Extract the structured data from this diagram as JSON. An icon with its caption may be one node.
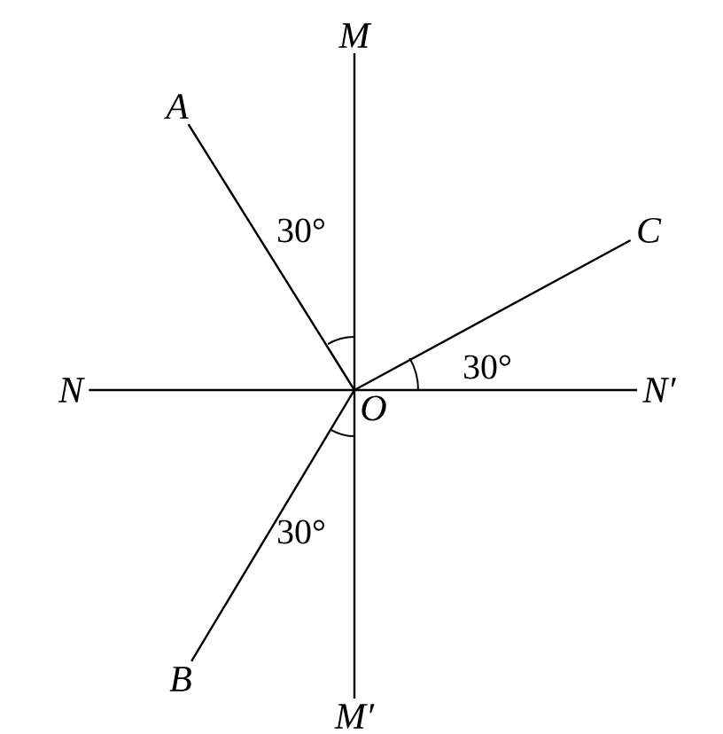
{
  "diagram": {
    "nodes": [
      {
        "text": [
          "O"
        ]
      },
      {
        "text": [
          "M"
        ]
      },
      {
        "text": [
          "M′"
        ]
      },
      {
        "text": [
          "N"
        ]
      },
      {
        "text": [
          "N′"
        ]
      },
      {
        "text": [
          "A"
        ]
      },
      {
        "text": [
          "B"
        ]
      },
      {
        "text": [
          "C"
        ]
      }
    ],
    "edges": [
      {
        "from": 1,
        "to": 2,
        "arrow": "none"
      },
      {
        "from": 3,
        "to": 4,
        "arrow": "none"
      },
      {
        "from": 0,
        "to": 5,
        "arrow": "none"
      },
      {
        "from": 0,
        "to": 6,
        "arrow": "none"
      },
      {
        "from": 0,
        "to": 7,
        "arrow": "none"
      }
    ],
    "labels": [
      "30°",
      "30°",
      "30°"
    ]
  }
}
